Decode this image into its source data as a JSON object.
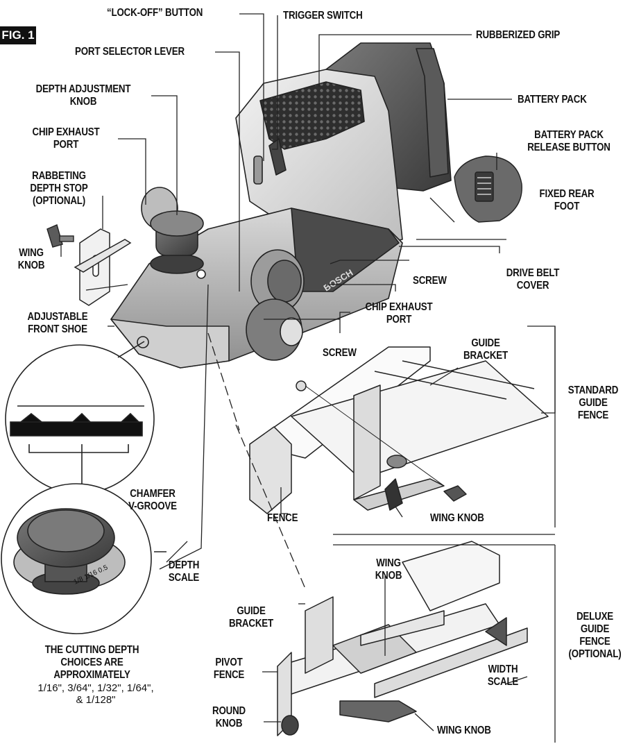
{
  "figure": {
    "label": "FIG. 1"
  },
  "labels": {
    "lock_off": "“LOCK-OFF” BUTTON",
    "trigger": "TRIGGER SWITCH",
    "grip": "RUBBERIZED GRIP",
    "port_selector": "PORT SELECTOR LEVER",
    "depth_knob": [
      "DEPTH ADJUSTMENT",
      "KNOB"
    ],
    "chip_exhaust_top": [
      "CHIP EXHAUST",
      "PORT"
    ],
    "battery_pack": "BATTERY PACK",
    "battery_release": [
      "BATTERY PACK",
      "RELEASE BUTTON"
    ],
    "rabbet_stop": [
      "RABBETING",
      "DEPTH STOP",
      "(OPTIONAL)"
    ],
    "fixed_foot": [
      "FIXED REAR",
      "FOOT"
    ],
    "wing_knob_left": [
      "WING",
      "KNOB"
    ],
    "screw_right": "SCREW",
    "drive_belt": [
      "DRIVE BELT",
      "COVER"
    ],
    "chip_exhaust_mid": [
      "CHIP EXHAUST",
      "PORT"
    ],
    "front_shoe": [
      "ADJUSTABLE",
      "FRONT SHOE"
    ],
    "screw_mid": "SCREW",
    "guide_bracket_top": [
      "GUIDE",
      "BRACKET"
    ],
    "standard_fence": [
      "STANDARD",
      "GUIDE",
      "FENCE"
    ],
    "chamfer": [
      "CHAMFER",
      "V-GROOVE"
    ],
    "fence": "FENCE",
    "wing_knob_std": "WING KNOB",
    "wing_knob_deluxe_top": [
      "WING",
      "KNOB"
    ],
    "depth_scale": [
      "DEPTH",
      "SCALE"
    ],
    "deluxe_fence": [
      "DELUXE",
      "GUIDE",
      "FENCE",
      "(OPTIONAL)"
    ],
    "guide_bracket_bottom": [
      "GUIDE",
      "BRACKET"
    ],
    "pivot_fence": [
      "PIVOT",
      "FENCE"
    ],
    "width_scale": [
      "WIDTH",
      "SCALE"
    ],
    "round_knob": [
      "ROUND",
      "KNOB"
    ],
    "wing_knob_bottom": "WING KNOB",
    "cutting_depth_title": [
      "THE CUTTING DEPTH",
      "CHOICES ARE",
      "APPROXIMATELY"
    ],
    "cutting_depth_values": [
      "1/16\", 3/64\", 1/32\", 1/64\",",
      "& 1/128\""
    ]
  },
  "product_marks": {
    "brand": "BOSCH",
    "scale_marks": "1/8 1/16 0.5"
  }
}
